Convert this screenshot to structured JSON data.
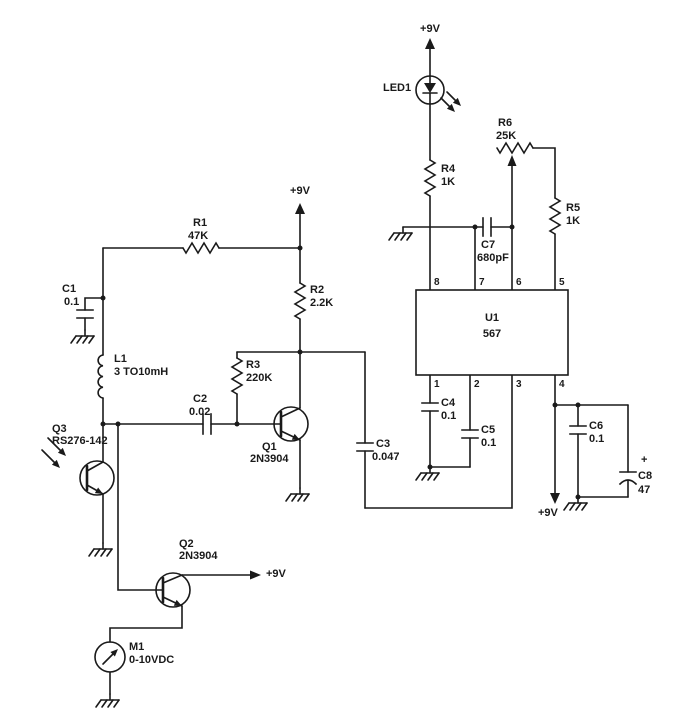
{
  "schematic": {
    "power_labels": {
      "top": "+9V",
      "mid": "+9V",
      "q2": "+9V",
      "pin4": "+9V"
    },
    "components": {
      "led1": {
        "ref": "LED1"
      },
      "r1": {
        "ref": "R1",
        "value": "47K"
      },
      "r2": {
        "ref": "R2",
        "value": "2.2K"
      },
      "r3": {
        "ref": "R3",
        "value": "220K"
      },
      "r4": {
        "ref": "R4",
        "value": "1K"
      },
      "r5": {
        "ref": "R5",
        "value": "1K"
      },
      "r6": {
        "ref": "R6",
        "value": "25K"
      },
      "c1": {
        "ref": "C1",
        "value": "0.1"
      },
      "c2": {
        "ref": "C2",
        "value": "0.02"
      },
      "c3": {
        "ref": "C3",
        "value": "0.047"
      },
      "c4": {
        "ref": "C4",
        "value": "0.1"
      },
      "c5": {
        "ref": "C5",
        "value": "0.1"
      },
      "c6": {
        "ref": "C6",
        "value": "0.1"
      },
      "c7": {
        "ref": "C7",
        "value": "680pF"
      },
      "c8": {
        "ref": "C8",
        "value": "47",
        "polarity": "+"
      },
      "l1": {
        "ref": "L1",
        "value": "3 TO10mH"
      },
      "q1": {
        "ref": "Q1",
        "value": "2N3904"
      },
      "q2": {
        "ref": "Q2",
        "value": "2N3904"
      },
      "q3": {
        "ref": "Q3",
        "value": "RS276-142"
      },
      "m1": {
        "ref": "M1",
        "value": "0-10VDC"
      },
      "u1": {
        "ref": "U1",
        "value": "567",
        "pins_top": [
          "8",
          "7",
          "6",
          "5"
        ],
        "pins_bottom": [
          "1",
          "2",
          "3",
          "4"
        ]
      }
    }
  }
}
